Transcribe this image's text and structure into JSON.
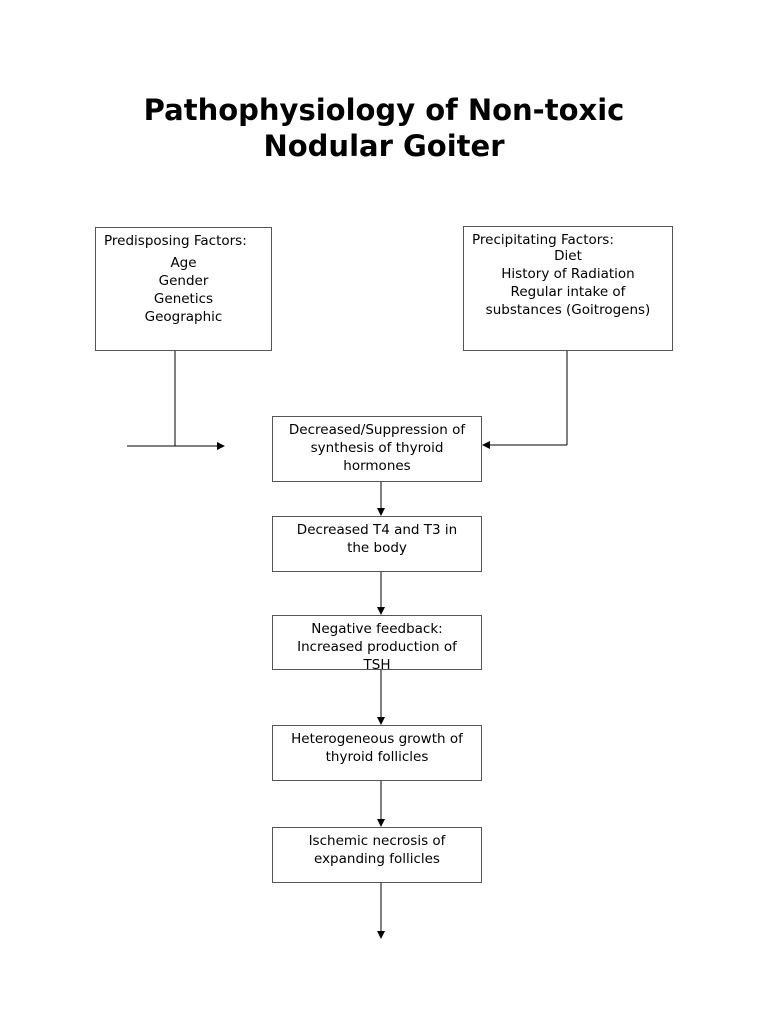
{
  "title": {
    "line1": "Pathophysiology of Non-toxic",
    "line2": "Nodular Goiter"
  },
  "predisposing": {
    "heading": "Predisposing Factors:",
    "items": [
      "Age",
      "Gender",
      "Genetics",
      "Geographic"
    ]
  },
  "precipitating": {
    "heading": "Precipitating Factors:",
    "items": [
      "Diet",
      "History of Radiation",
      "Regular intake of",
      "substances (Goitrogens)"
    ]
  },
  "steps": [
    {
      "lines": [
        "Decreased/Suppression of",
        "synthesis of thyroid",
        "hormones"
      ]
    },
    {
      "lines": [
        "Decreased T4 and T3 in",
        "the body"
      ]
    },
    {
      "lines": [
        "Negative feedback:",
        "Increased production of",
        "TSH"
      ]
    },
    {
      "lines": [
        "Heterogeneous growth of",
        "thyroid follicles"
      ]
    },
    {
      "lines": [
        "Ischemic necrosis of",
        "expanding follicles"
      ]
    }
  ]
}
